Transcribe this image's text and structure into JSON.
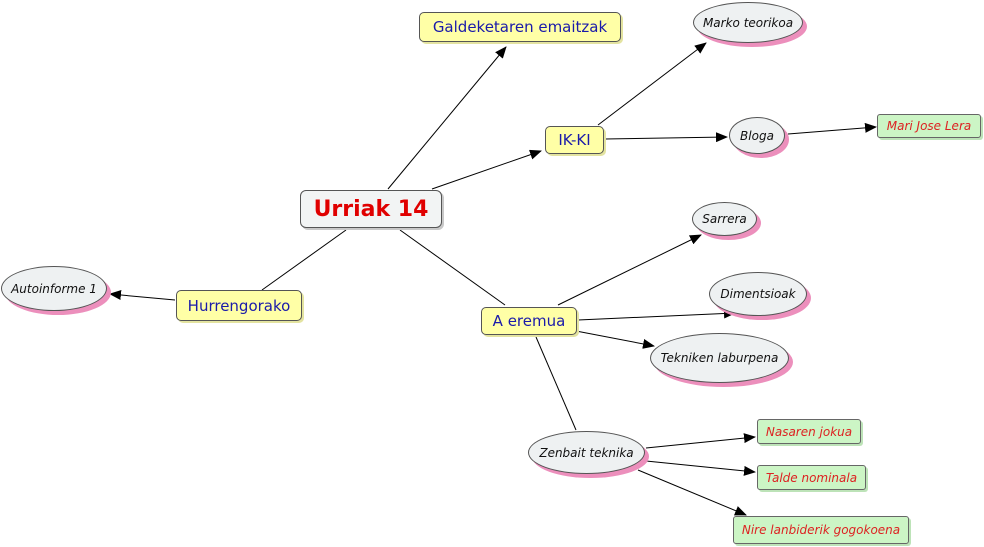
{
  "nodes": {
    "main": "Urriak 14",
    "galdeketa": "Galdeketaren emaitzak",
    "ikki": "IK-KI",
    "eremua": "A eremua",
    "hurrengorako": "Hurrengorako",
    "autoinforme": "Autoinforme 1",
    "marko": "Marko teorikoa",
    "bloga": "Bloga",
    "mari": "Mari Jose Lera",
    "sarrera": "Sarrera",
    "dimentsioak": "Dimentsioak",
    "tekniken": "Tekniken laburpena",
    "zenbait": "Zenbait teknika",
    "nasaren": "Nasaren jokua",
    "talde": "Talde nominala",
    "nire": "Nire lanbiderik gogokoena"
  },
  "colors": {
    "concept_fill": "#ffffa6",
    "concept_text": "#1a1aaa",
    "main_text": "#e00000",
    "oval_fill": "#eef1f2",
    "oval_shadow": "#ec8fbc",
    "link_fill": "#ccf5c5",
    "link_text": "#dd2222"
  }
}
